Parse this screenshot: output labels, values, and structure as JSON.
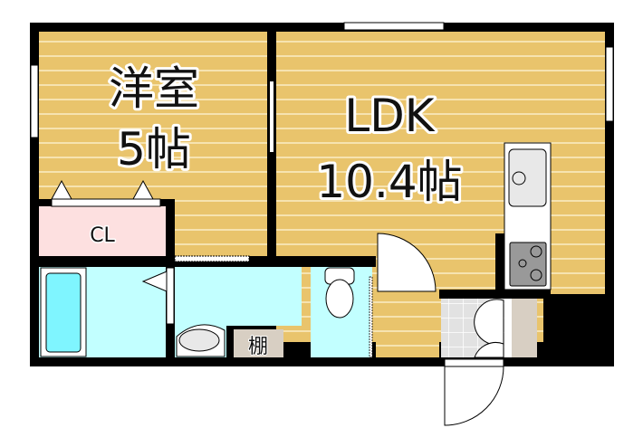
{
  "plan": {
    "western_room": {
      "name": "洋室",
      "size": "5帖"
    },
    "ldk": {
      "name": "LDK",
      "size": "10.4帖"
    },
    "closet": "CL",
    "shelf": "棚"
  },
  "colors": {
    "wood": "#e9c46c",
    "wood_stripe": "#f6e3b0",
    "closet": "#fde0e0",
    "wet_area": "#c2ffff",
    "tub": "#7ff5ff",
    "shelf": "#d8cfc3",
    "tile": "#e2e2e2",
    "wall": "#000000"
  }
}
